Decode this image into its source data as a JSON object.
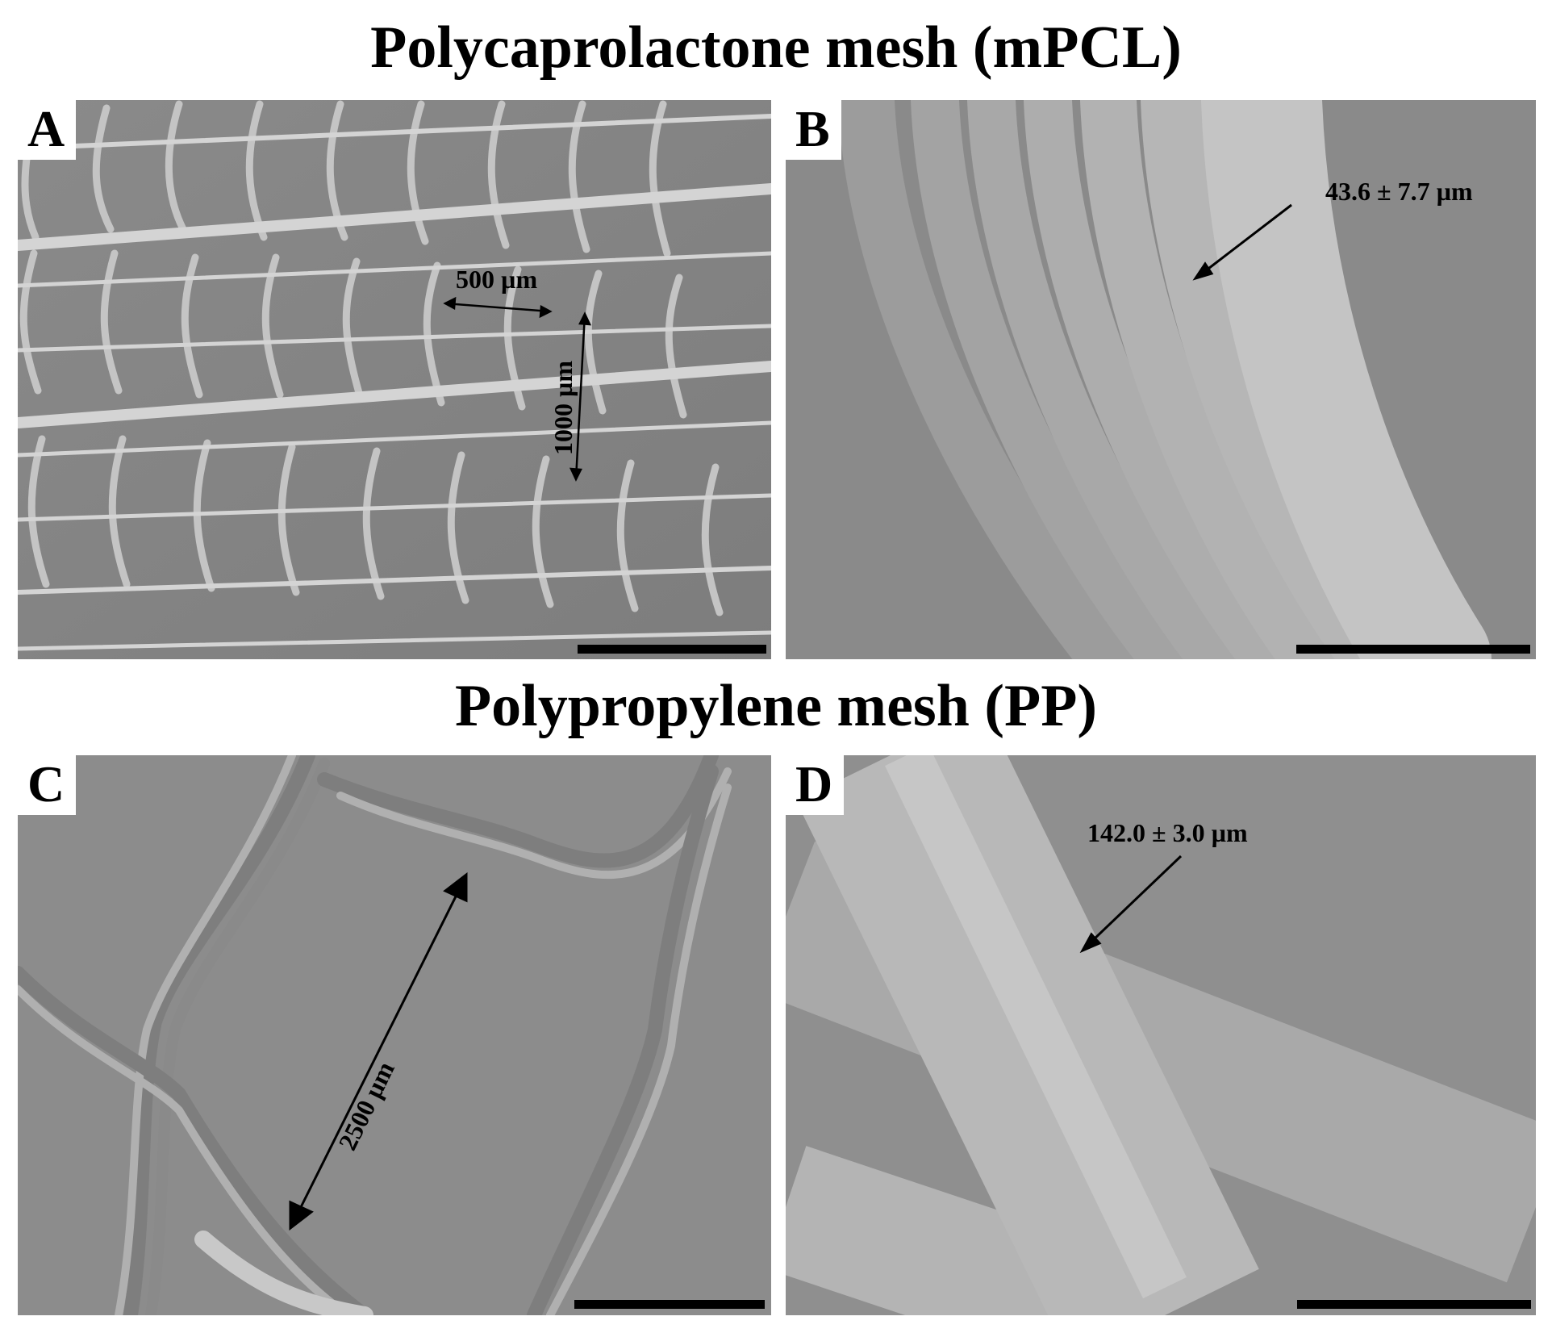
{
  "figure": {
    "heading_top": "Polycaprolactone mesh (mPCL)",
    "heading_bottom": "Polypropylene mesh (PP)",
    "panels": [
      {
        "letter": "A",
        "annotations": [
          "500 µm",
          "1000 µm"
        ],
        "has_scale_bar": true
      },
      {
        "letter": "B",
        "annotations": [
          "43.6 ± 7.7 µm"
        ],
        "has_scale_bar": true
      },
      {
        "letter": "C",
        "annotations": [
          "2500 µm"
        ],
        "has_scale_bar": true
      },
      {
        "letter": "D",
        "annotations": [
          "142.0 ± 3.0 µm"
        ],
        "has_scale_bar": true
      }
    ]
  },
  "colors": {
    "background": "#ffffff",
    "sem_gray": "#8c8c8c",
    "fiber_light": "#cfcfcf",
    "annotation": "#000000"
  }
}
